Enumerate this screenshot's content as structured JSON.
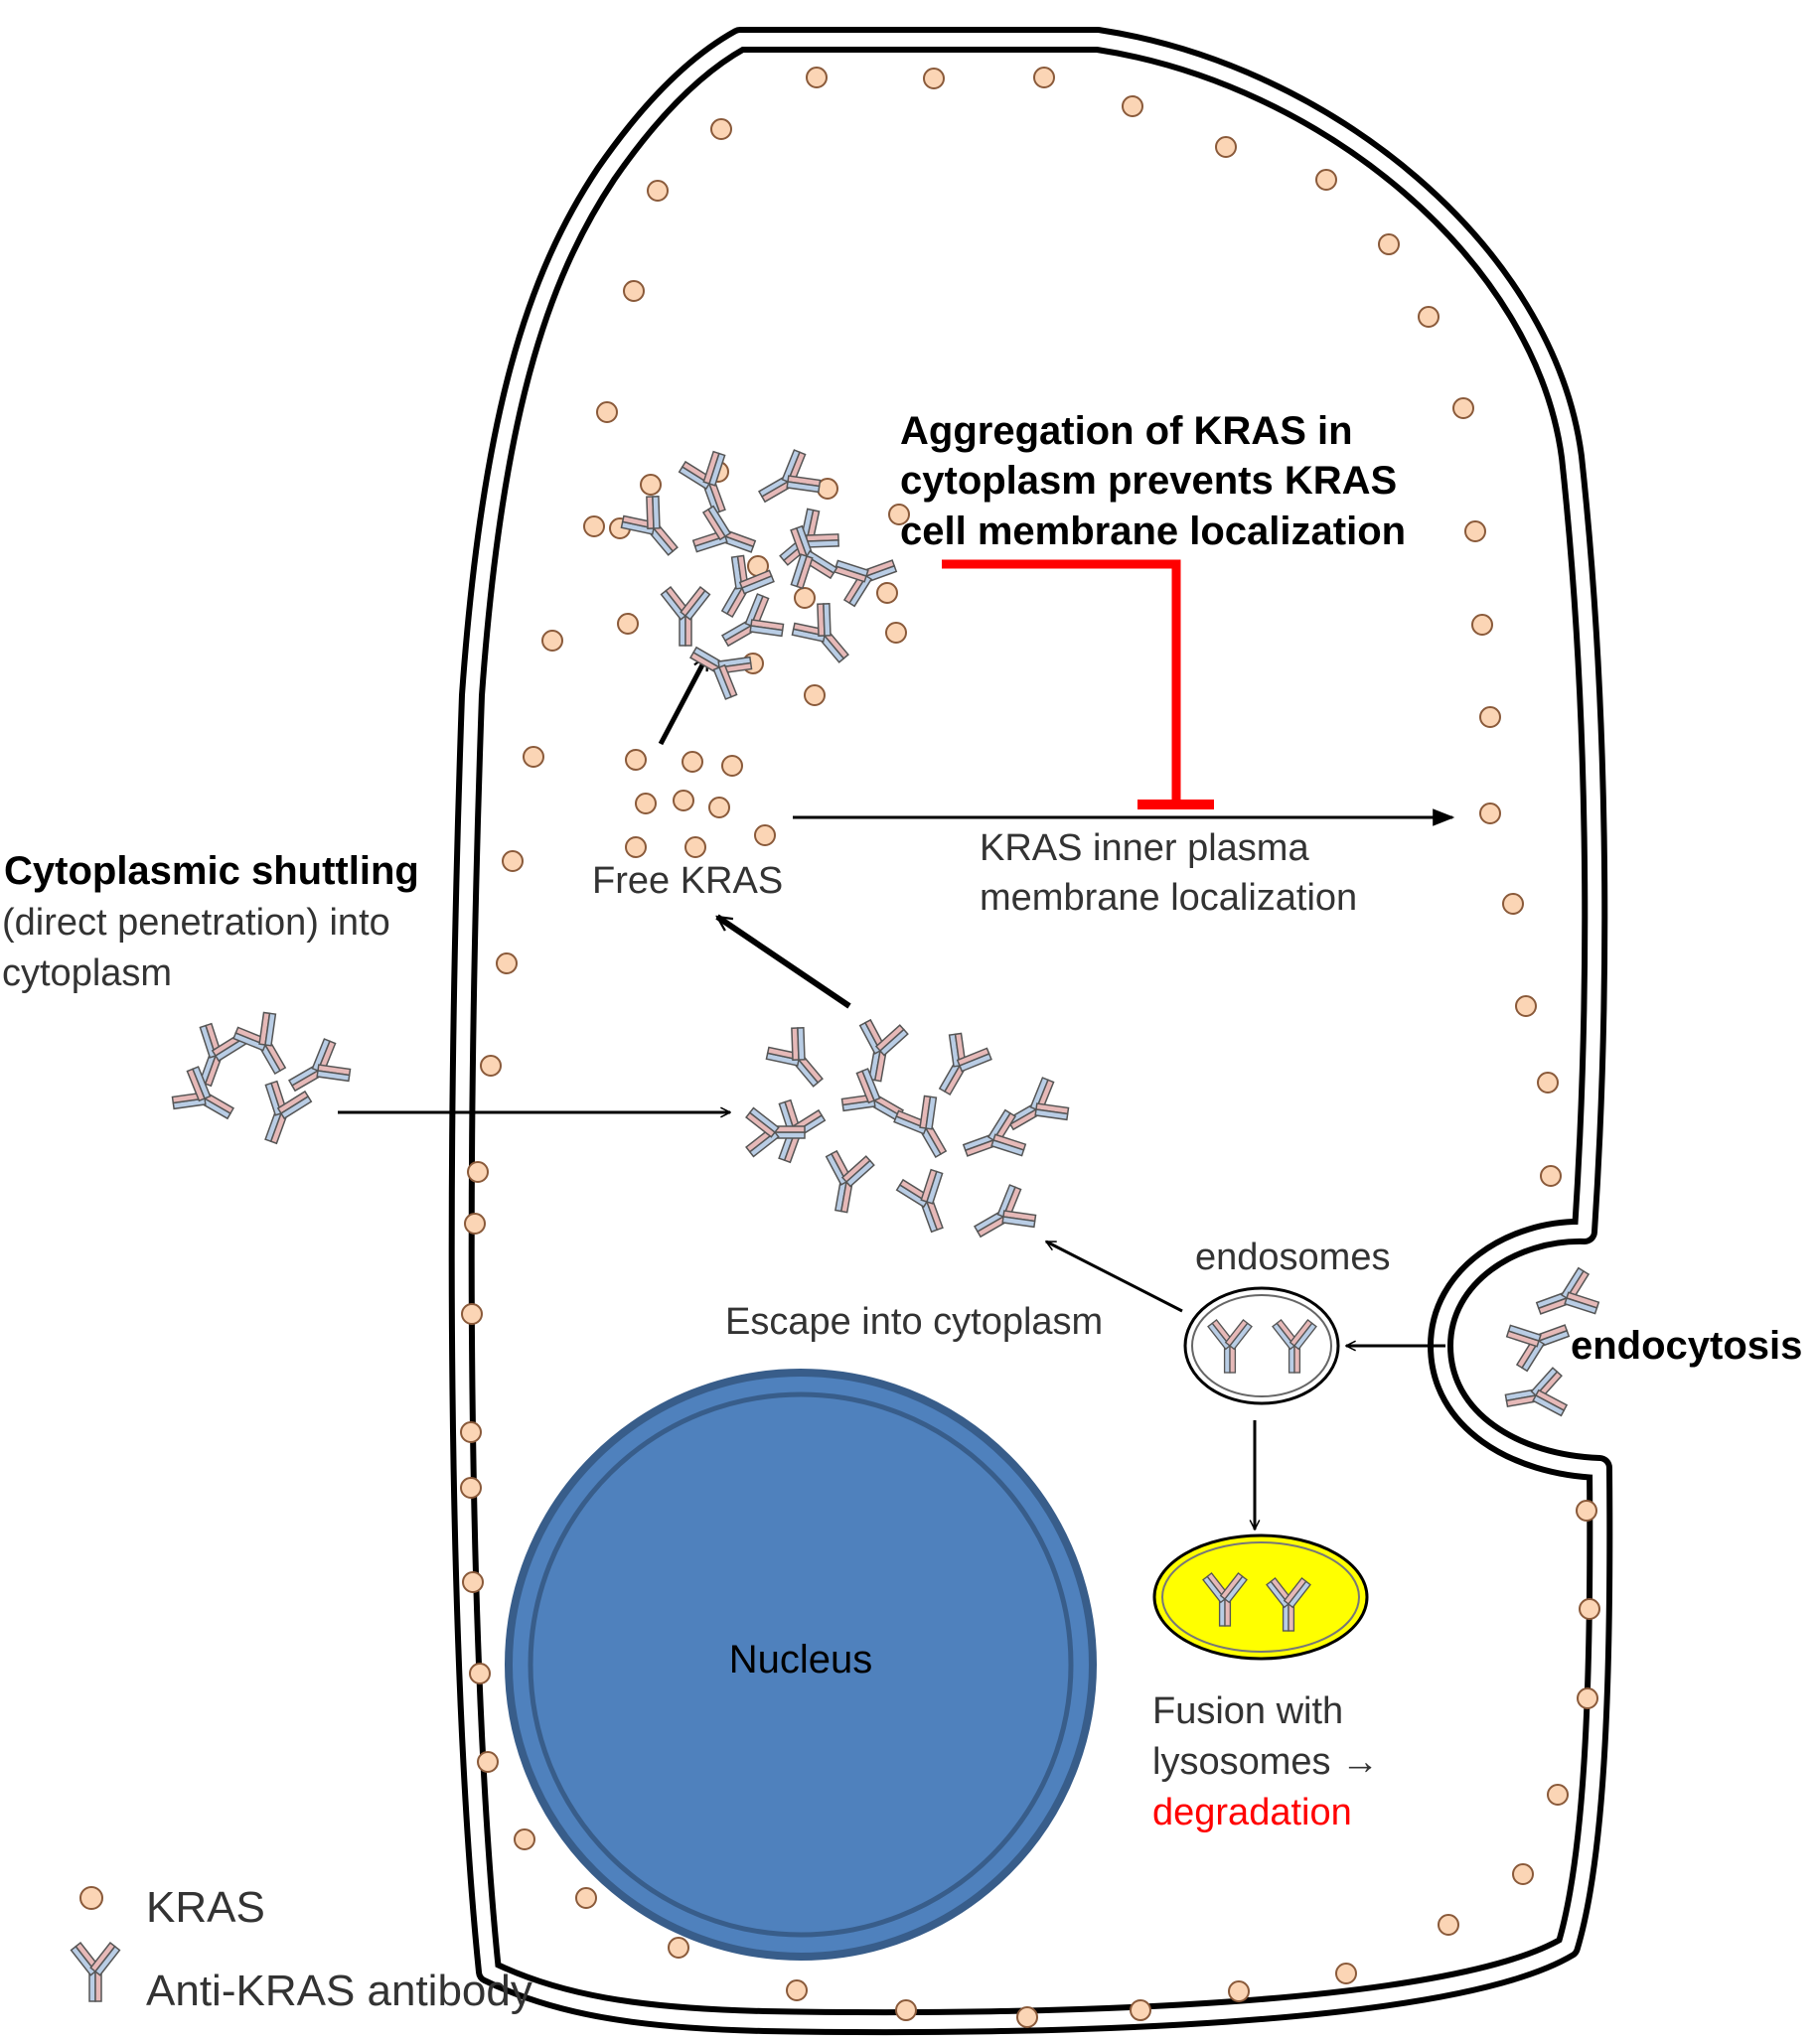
{
  "labels": {
    "aggregation": [
      "Aggregation of KRAS in",
      "cytoplasm prevents KRAS",
      "cell membrane localization"
    ],
    "free_kras": "Free KRAS",
    "membrane_localization": [
      "KRAS inner plasma",
      "membrane  localization"
    ],
    "cytoplasmic_shuttling_title": "Cytoplasmic shuttling",
    "cytoplasmic_shuttling_detail": [
      "(direct penetration) into",
      "cytoplasm"
    ],
    "endosomes": "endosomes",
    "escape": "Escape into cytoplasm",
    "endocytosis": "endocytosis",
    "nucleus": "Nucleus",
    "lysosome_fusion": [
      "Fusion with",
      "lysosomes →"
    ],
    "degradation": "degradation"
  },
  "legend": [
    {
      "symbol": "kras-dot",
      "label": "KRAS"
    },
    {
      "symbol": "antibody",
      "label": "Anti-KRAS antibody"
    }
  ],
  "colors": {
    "kras_fill": "#fbd5b5",
    "kras_stroke": "#8a5a3a",
    "antibody_pink": "#e6b9b8",
    "antibody_blue": "#b9cde5",
    "nucleus": "#4f81bd",
    "nucleus_edge": "#385d8a",
    "lysosome": "#ffff00",
    "inhibition": "#ff0000",
    "degradation_text": "#ff0000"
  }
}
